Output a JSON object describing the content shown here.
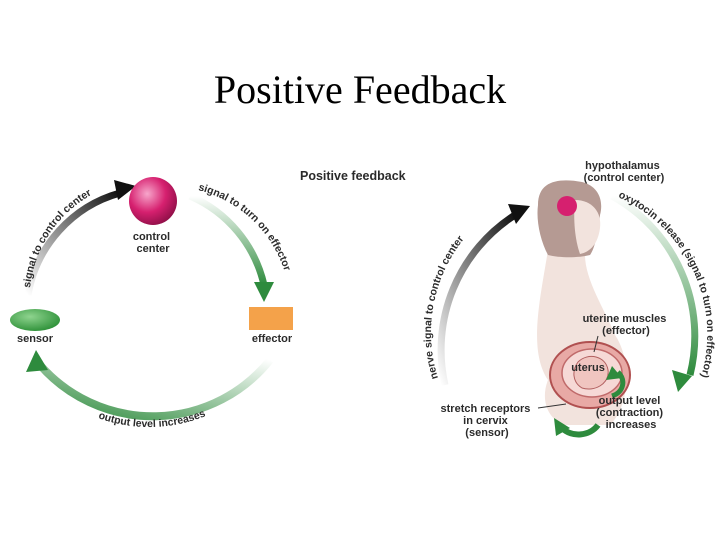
{
  "slide_title": "Positive Feedback",
  "left_diagram": {
    "heading": "Positive feedback",
    "control_center": "control\ncenter",
    "effector": "effector",
    "sensor": "sensor",
    "arc_signal_to_control": "signal to control center",
    "arc_signal_to_effector": "signal to turn on effector",
    "arc_output": "output level increases"
  },
  "right_diagram": {
    "hypothalamus": "hypothalamus\n(control center)",
    "uterine_muscles": "uterine muscles\n(effector)",
    "uterus": "uterus",
    "output_level": "output level\n(contraction)\nincreases",
    "stretch_receptors": "stretch receptors\nin cervix\n(sensor)",
    "arc_nerve_signal": "nerve signal to control center",
    "arc_oxytocin": "oxytocin release (signal to turn on effector)"
  },
  "colors": {
    "green": "#2e8b3d",
    "black_arrow": "#1a1a1a",
    "magenta": "#d6206f",
    "orange": "#f4a24a",
    "sensor_green": "#3aa845",
    "skin": "#f2e3dd",
    "hair": "#b59a93"
  }
}
